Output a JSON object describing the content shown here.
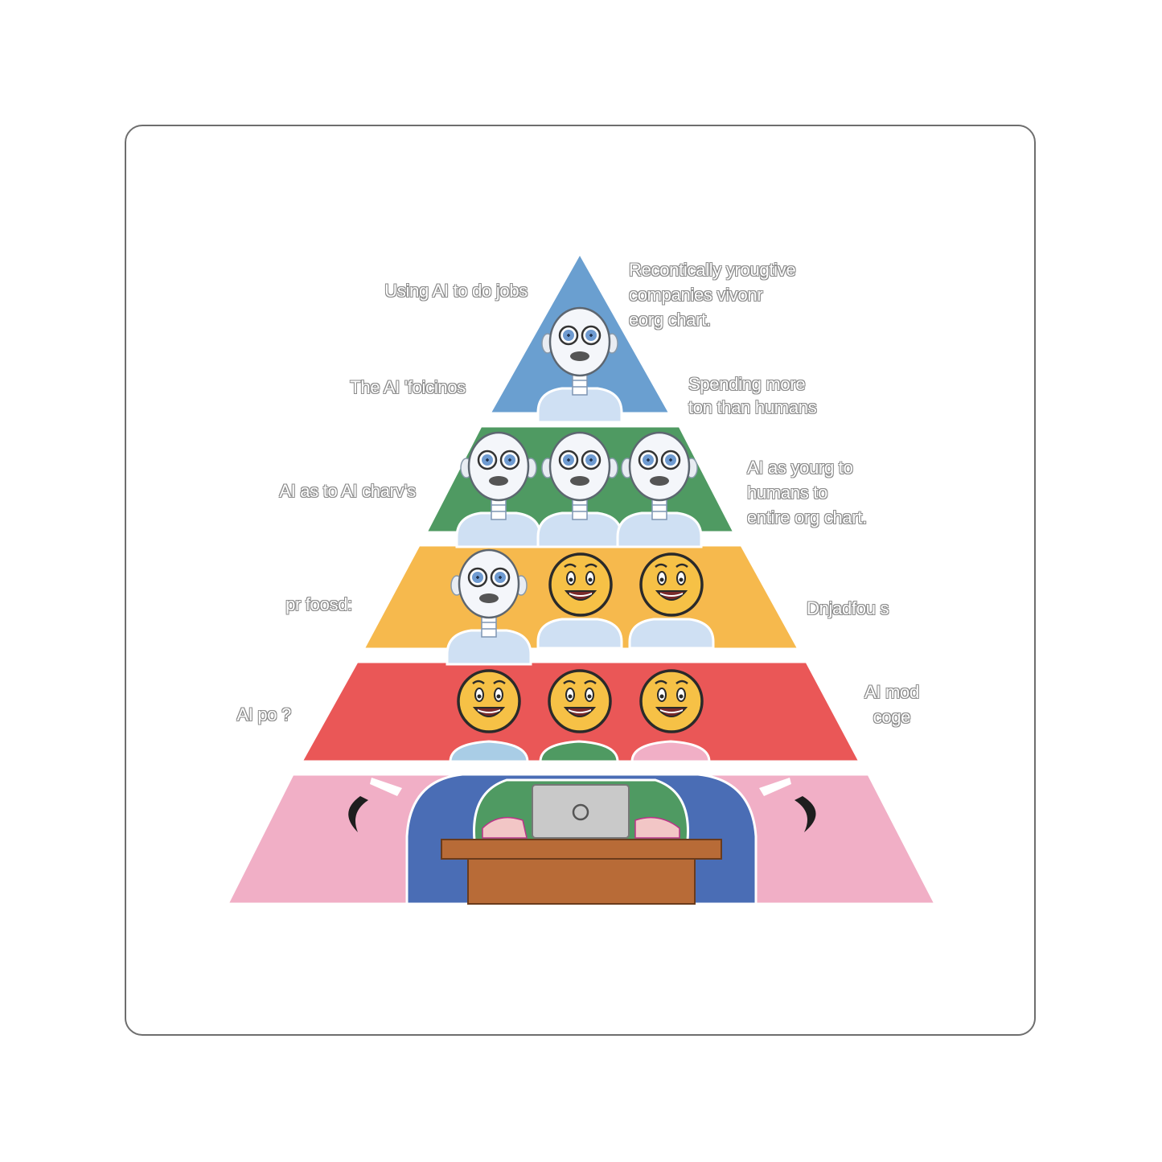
{
  "colors": {
    "tier1": "#6a9fd0",
    "tier2": "#4f9a62",
    "tier3": "#f6b94d",
    "tier4": "#ea5757",
    "tier5": "#f1afc6",
    "robot": "#f4f6fa",
    "robot_eye": "#6f9bd1",
    "smiley": "#f6c146",
    "chair": "#4a6db5",
    "desk": "#b86b37",
    "laptop": "#c9c9c9"
  },
  "labels": {
    "left": [
      "Using AI to do jobs",
      "The AI 'foicinos",
      "AI as to AI charv's",
      "pr foosd:",
      "AI po ?"
    ],
    "right": [
      [
        "Recontically yrougtive",
        "companies vivonr",
        "eorg chart."
      ],
      [
        "Spending more",
        "ton than humans"
      ],
      [
        "AI as yourg to",
        "humans to",
        "entire org chart."
      ],
      [
        "Dnjadfou s"
      ],
      [
        "AI mod",
        "coge"
      ]
    ]
  },
  "tiers": [
    {
      "figures": [
        "robot"
      ],
      "icon": "robot-icon"
    },
    {
      "figures": [
        "robot",
        "robot",
        "robot"
      ],
      "icon": "robot-icon"
    },
    {
      "figures": [
        "robot",
        "smiley",
        "smiley"
      ],
      "icon": "mixed"
    },
    {
      "figures": [
        "smiley",
        "smiley",
        "smiley"
      ],
      "icon": "smiley-icon"
    },
    {
      "figures": [
        "worker-at-desk"
      ],
      "icon": "laptop-icon"
    }
  ]
}
